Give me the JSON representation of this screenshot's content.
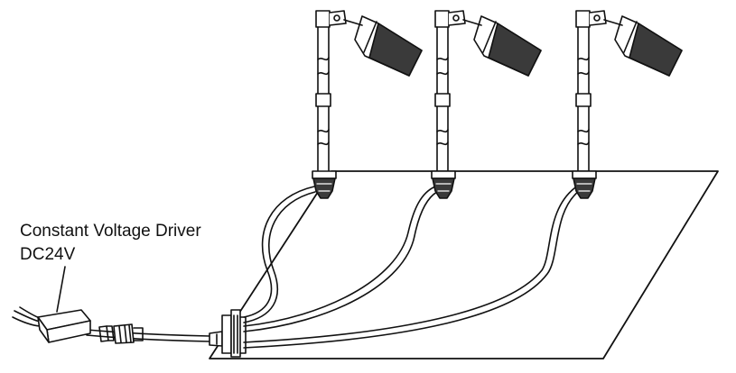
{
  "driver": {
    "name": "Constant Voltage Driver",
    "voltage": "DC24V"
  },
  "diagram": {
    "fixture_count": 3,
    "stroke_color": "#111111",
    "fixture_fill": "#3a3a3a",
    "background": "#ffffff"
  }
}
